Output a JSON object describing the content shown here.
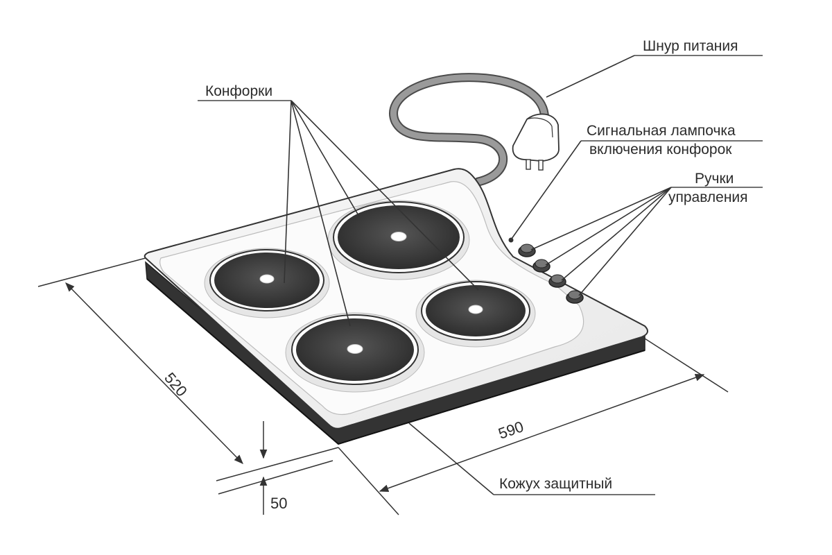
{
  "labels": {
    "burners": "Конфорки",
    "power_cord": "Шнур питания",
    "signal_lamp_line1": "Сигнальная лампочка",
    "signal_lamp_line2": "включения конфорок",
    "knobs_line1": "Ручки",
    "knobs_line2": "управления",
    "protective_casing": "Кожух защитный"
  },
  "dimensions": {
    "depth": "520",
    "width": "590",
    "height": "50"
  },
  "colors": {
    "outline": "#333333",
    "surface": "#f2f2f2",
    "burner": "#3a3a3a",
    "cord": "#8c8c8c"
  }
}
